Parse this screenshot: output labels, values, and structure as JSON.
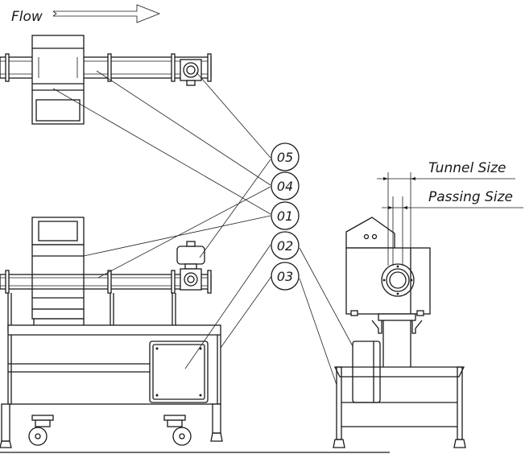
{
  "flow_label": "Flow",
  "dimension_labels": {
    "tunnel_size": "Tunnel Size",
    "passing_size": "Passing Size"
  },
  "callouts": [
    {
      "id": "05"
    },
    {
      "id": "04"
    },
    {
      "id": "01"
    },
    {
      "id": "02"
    },
    {
      "id": "03"
    }
  ]
}
